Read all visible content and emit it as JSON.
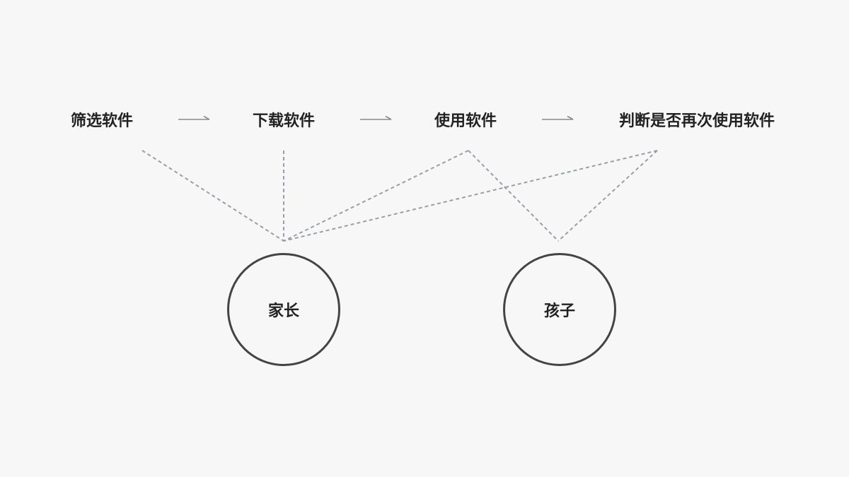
{
  "steps": [
    {
      "id": "filter",
      "label": "筛选软件"
    },
    {
      "id": "download",
      "label": "下载软件"
    },
    {
      "id": "use",
      "label": "使用软件"
    },
    {
      "id": "judge",
      "label": "判断是否再次使用软件"
    }
  ],
  "roles": [
    {
      "id": "parent",
      "label": "家长"
    },
    {
      "id": "child",
      "label": "孩子"
    }
  ],
  "connections": [
    {
      "from": "filter",
      "to": "parent"
    },
    {
      "from": "download",
      "to": "parent"
    },
    {
      "from": "use",
      "to": "parent"
    },
    {
      "from": "judge",
      "to": "parent"
    },
    {
      "from": "use",
      "to": "child"
    },
    {
      "from": "judge",
      "to": "child"
    }
  ],
  "colors": {
    "background": "#f7f7f7",
    "text": "#222222",
    "circle_stroke": "#444444",
    "dashed_line": "#9a9ea6",
    "arrow": "#888888"
  }
}
